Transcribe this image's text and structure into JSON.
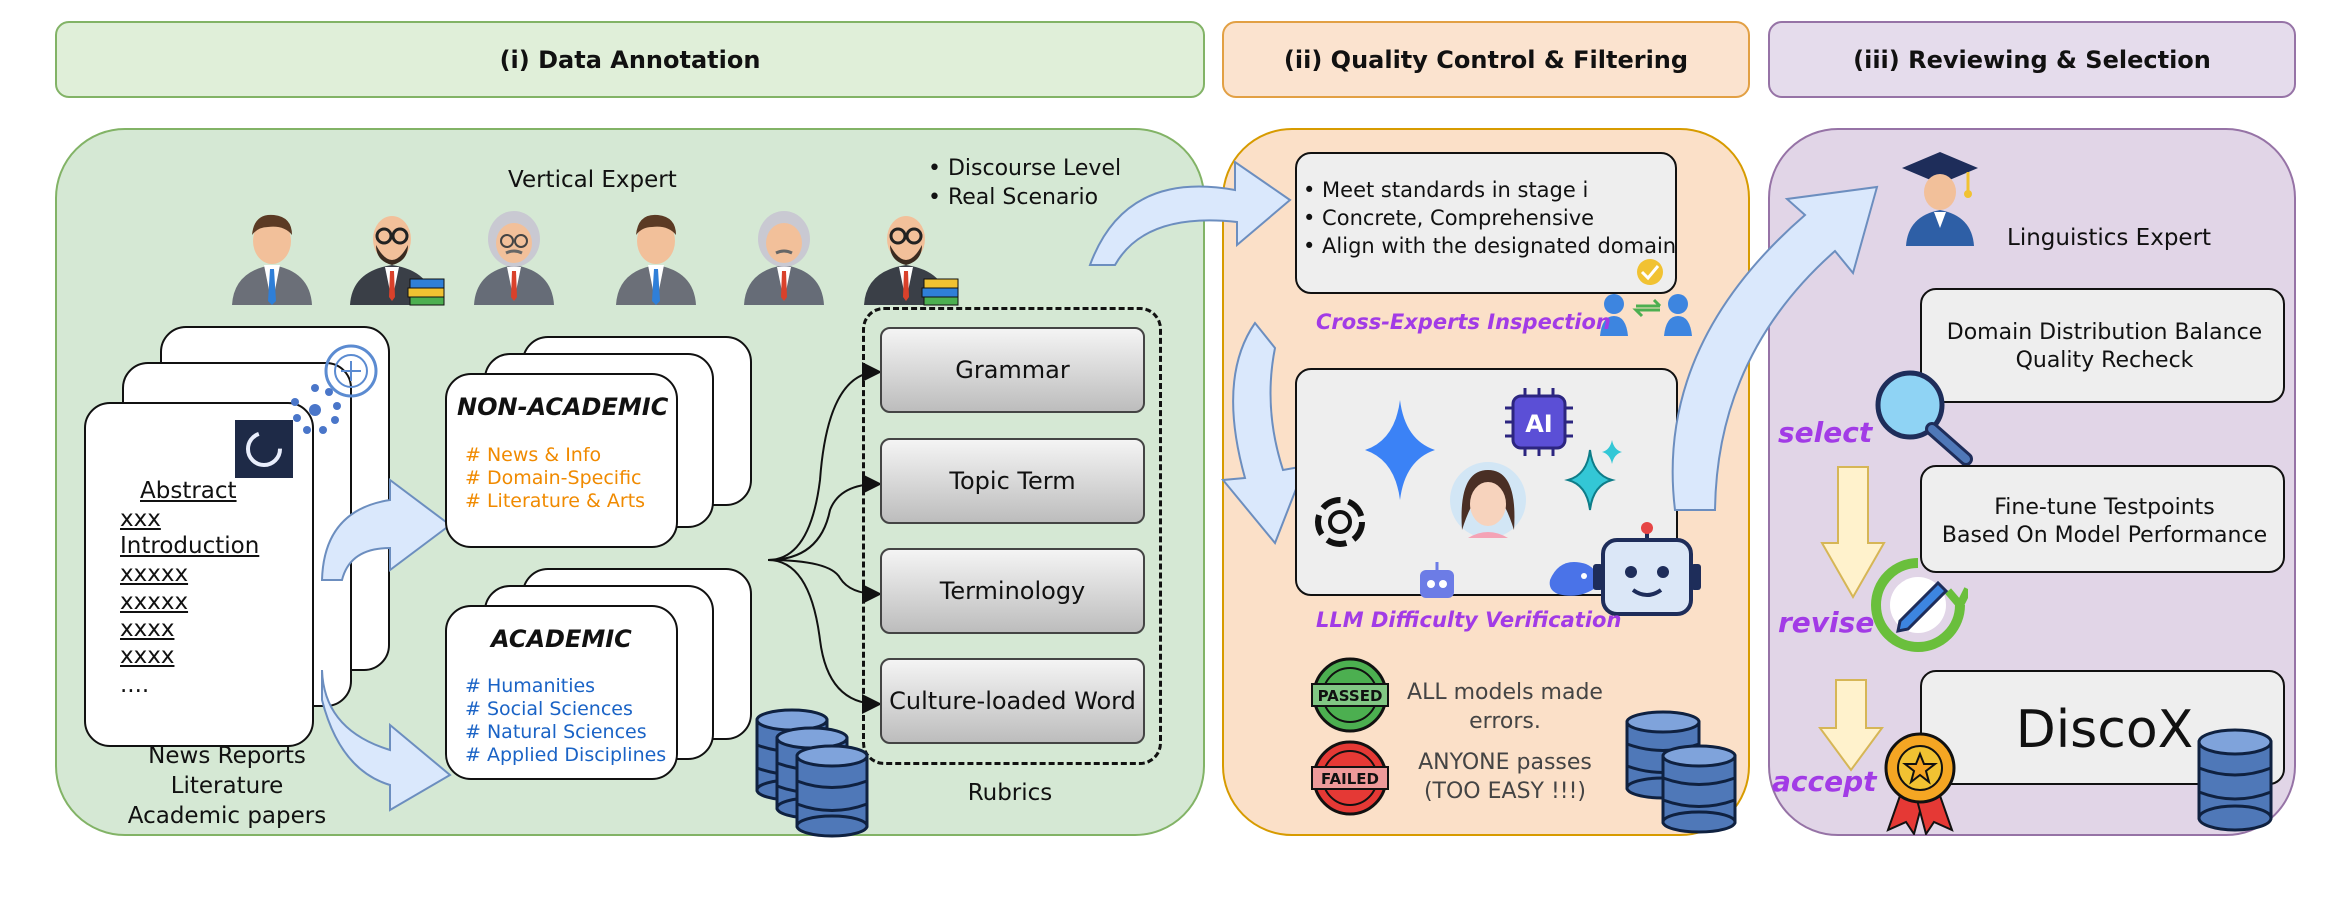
{
  "headers": {
    "annotation": "(i) Data Annotation",
    "quality": "(ii) Quality Control & Filtering",
    "review": "(iii) Reviewing & Selection"
  },
  "annotation": {
    "vertical_expert": "Vertical Expert",
    "notes": [
      "• Discourse Level",
      "• Real Scenario"
    ],
    "document_lines": [
      "Abstract",
      "xxx",
      "Introduction",
      "xxxxx",
      "xxxxx",
      "xxxx",
      "xxxx",
      "...."
    ],
    "sources": [
      "News Reports",
      "Literature",
      "Academic papers"
    ],
    "non_academic": {
      "title": "NON-ACADEMIC",
      "items": [
        "# News & Info",
        "# Domain-Specific",
        "# Literature & Arts"
      ]
    },
    "academic": {
      "title": "ACADEMIC",
      "items": [
        "# Humanities",
        "# Social Sciences",
        "# Natural Sciences",
        "# Applied Disciplines"
      ]
    },
    "rubrics": [
      "Grammar",
      "Topic Term",
      "Terminology",
      "Culture-loaded Word"
    ],
    "rubrics_label": "Rubrics"
  },
  "quality": {
    "criteria": [
      "• Meet standards in stage i",
      "• Concrete, Comprehensive",
      "• Align with the designated domain"
    ],
    "cross_inspection": "Cross-Experts Inspection",
    "llm_verification": "LLM Difficulty Verification",
    "passed_badge": "PASSED",
    "passed_text": [
      "ALL models made",
      "errors."
    ],
    "failed_badge": "FAILED",
    "failed_text": [
      "ANYONE passes",
      "(TOO EASY !!!)"
    ],
    "ai_chip": "AI"
  },
  "review": {
    "expert": "Linguistics Expert",
    "box1": [
      "Domain Distribution Balance",
      "Quality Recheck"
    ],
    "box2": [
      "Fine-tune Testpoints",
      "Based On Model Performance"
    ],
    "final": "DiscoX",
    "steps": [
      "select",
      "revise",
      "accept"
    ]
  },
  "colors": {
    "green_panel": "#d5e8d4",
    "green_border": "#82b366",
    "orange_panel": "#fbe0c8",
    "orange_border": "#d79b00",
    "purple_panel": "#e1d5e7",
    "purple_border": "#9673a6",
    "orange_text": "#f08a00",
    "blue_text": "#1a63c6",
    "purple_text": "#a23be6",
    "arrow_fill": "#dae8fc",
    "arrow_stroke": "#6c8ebf",
    "down_arrow": "#fff2cc"
  }
}
